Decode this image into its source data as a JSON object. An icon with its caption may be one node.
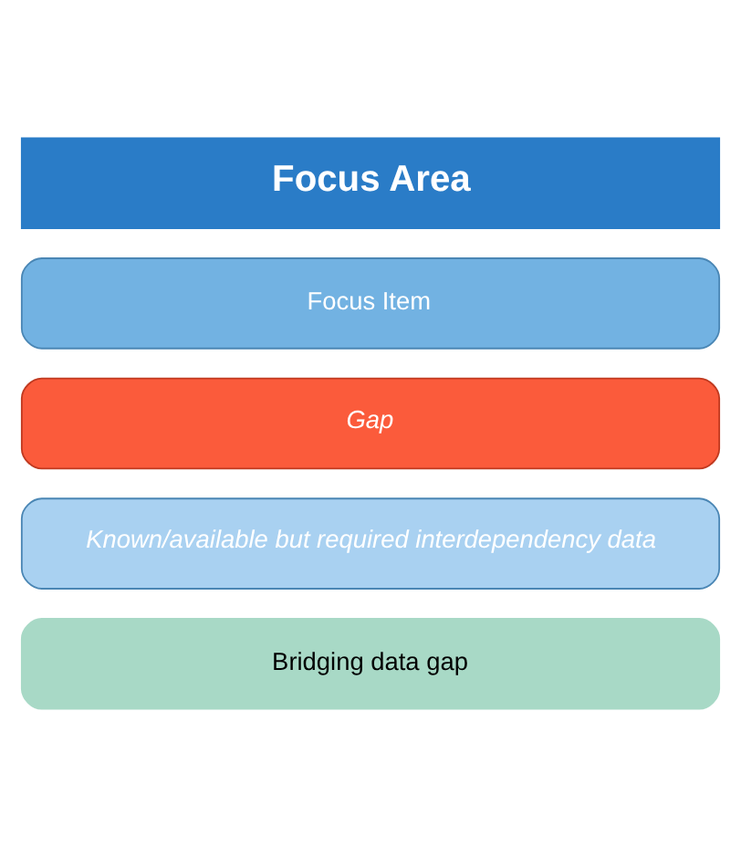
{
  "diagram": {
    "nodes": [
      {
        "text": [
          "Focus Area"
        ]
      },
      {
        "text": [
          "Focus Item"
        ]
      },
      {
        "text": [
          "Gap"
        ]
      },
      {
        "text": [
          "Known/available but required interdependency data"
        ]
      },
      {
        "text": [
          "Bridging data gap"
        ]
      }
    ]
  }
}
